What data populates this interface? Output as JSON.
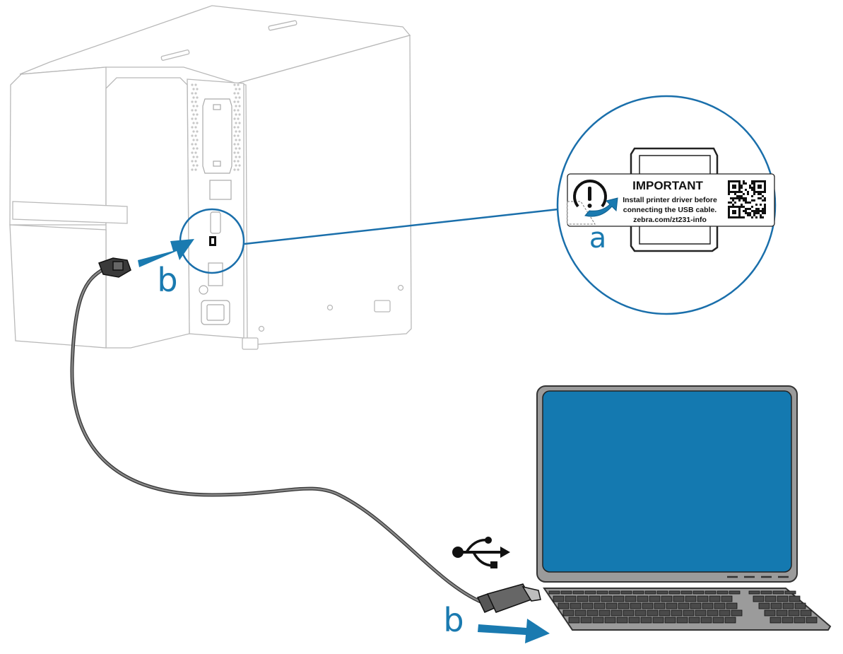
{
  "figure": {
    "description": "Connecting a Zebra printer to a computer via USB cable",
    "colors": {
      "accent_blue": "#1a7ab0",
      "screen_blue": "#1479b0",
      "outline_gray": "#b8b8b8",
      "laptop_gray": "#9a9a9a",
      "cable_dark": "#555555"
    }
  },
  "callouts": {
    "a": "a",
    "b_printer": "b",
    "b_computer": "b"
  },
  "label": {
    "title": "IMPORTANT",
    "line1": "Install printer driver before",
    "line2": "connecting the USB cable.",
    "line3": "zebra.com/zt231-info",
    "icon": "warning-peel-icon"
  },
  "icons": {
    "usb": "usb-symbol-icon",
    "qr": "qr-code-icon"
  }
}
